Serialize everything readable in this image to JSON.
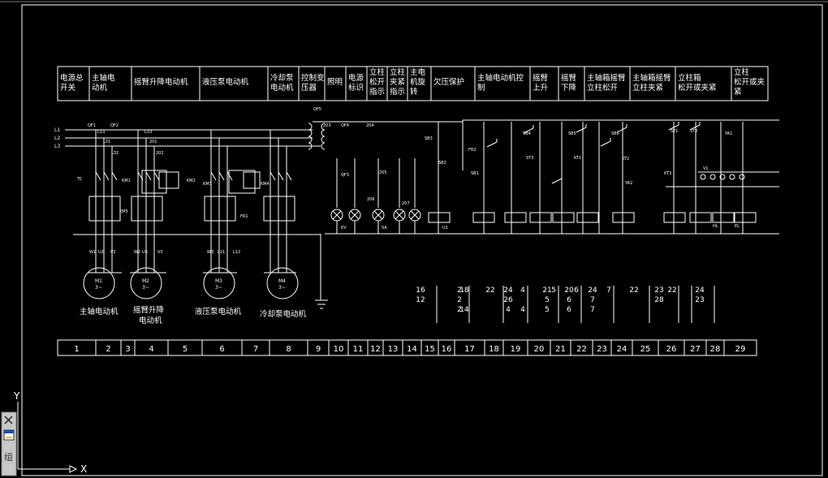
{
  "header_cells": [
    [
      "电源总",
      "开关"
    ],
    [
      "主轴电",
      "动机"
    ],
    [
      "摇臂升降电动机"
    ],
    [
      "液压泵电动机"
    ],
    [
      "冷却泵",
      "电动机"
    ],
    [
      "控制变",
      "压器"
    ],
    [
      "照明"
    ],
    [
      "电源",
      "标识"
    ],
    [
      "立柱",
      "松开",
      "指示"
    ],
    [
      "立柱",
      "夹紧",
      "指示"
    ],
    [
      "主电",
      "机旋",
      "转"
    ],
    [
      "欠压保护"
    ],
    [
      "主轴电动机控",
      "制"
    ],
    [
      "摇臂",
      "上升"
    ],
    [
      "摇臂",
      "下降"
    ],
    [
      "主轴箱摇臂",
      "立柱松开"
    ],
    [
      "主轴箱摇臂",
      "立柱夹紧"
    ],
    [
      "立柱箱",
      "松开或夹紧"
    ],
    [
      "立柱",
      "松开或夹",
      "紧"
    ]
  ],
  "col_numbers": [
    "1",
    "2",
    "3",
    "4",
    "5",
    "6",
    "7",
    "8",
    "9",
    "10",
    "11",
    "12",
    "13",
    "14",
    "15",
    "16",
    "17",
    "18",
    "19",
    "20",
    "21",
    "22",
    "23",
    "24",
    "25",
    "26",
    "27",
    "28",
    "29"
  ],
  "phase_labels": [
    "L1",
    "L2",
    "L3"
  ],
  "motor_names": [
    "主轴电动机",
    "摇臂升降",
    "电动机",
    "液压泵电动机",
    "冷却泵电动机"
  ],
  "motor_ids": [
    "M1",
    "M2",
    "M3",
    "M4"
  ],
  "motor_symbol": "3~",
  "component_labels": [
    "QF1",
    "QF2",
    "QF3",
    "QF4",
    "QF5",
    "TC",
    "KM1",
    "KM2",
    "KM3",
    "KM4",
    "KM5",
    "FR1",
    "FR2",
    "SB1",
    "SB2",
    "SB3",
    "SB4",
    "SB5",
    "SB6",
    "ST1",
    "ST2",
    "ST3",
    "KT1",
    "KT2",
    "KT3",
    "YA1",
    "YA2",
    "HL",
    "EL",
    "KV",
    "SA",
    "U1",
    "V1",
    "W1",
    "U2",
    "V2",
    "W2",
    "U3",
    "V3",
    "W3",
    "L11",
    "L12",
    "L13",
    "L31",
    "L32",
    "L33",
    "201",
    "202",
    "203",
    "204",
    "205",
    "206",
    "207"
  ],
  "cross_ref": [
    {
      "left": "16",
      "right": "12"
    },
    {
      "a": "2",
      "b": "2",
      "c": "2",
      "d": "18",
      "e": "14"
    },
    {
      "a": "22"
    },
    {
      "a": "24",
      "b": "26",
      "c": "4",
      "d": "4",
      "e": "4"
    },
    {
      "a": "21",
      "b": "5",
      "c": "5",
      "d": "5"
    },
    {
      "a": "20",
      "b": "6",
      "c": "6",
      "d": "6"
    },
    {
      "a": "24",
      "b": "7",
      "c": "7",
      "d": "7"
    },
    {
      "a": "22"
    },
    {
      "a": "23",
      "b": "28"
    },
    {
      "a": "22"
    },
    {
      "a": "24",
      "b": "23"
    }
  ],
  "axis_labels": {
    "y": "Y",
    "x": "X"
  },
  "toolbar_icons": [
    "close-icon",
    "layers-icon",
    "properties-icon"
  ],
  "colors": {
    "background": "#000000",
    "line": "#ffffff",
    "canvas_border": "#ffffff",
    "toolbar": "#c8c8c8"
  }
}
